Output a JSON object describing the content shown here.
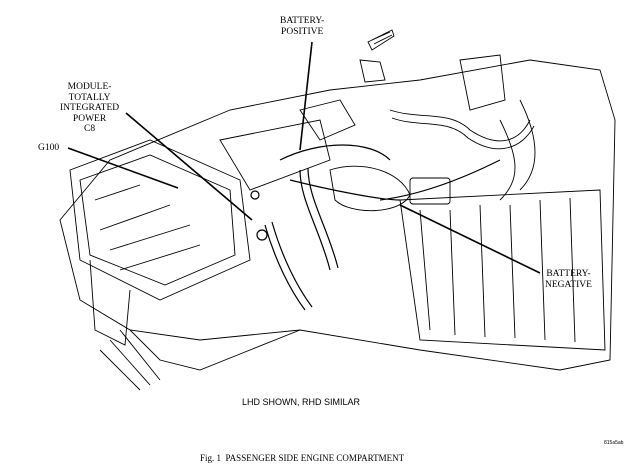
{
  "labels": {
    "battery_positive": [
      "BATTERY-",
      "POSITIVE"
    ],
    "module": [
      "MODULE-",
      "TOTALLY",
      "INTEGRATED",
      "POWER",
      "C8"
    ],
    "g100": "G100",
    "battery_negative": [
      "BATTERY-",
      "NEGATIVE"
    ]
  },
  "note": "LHD SHOWN, RHD SIMILAR",
  "code": "815a5ab",
  "caption": "Fig. 1  PASSENGER SIDE ENGINE COMPARTMENT"
}
